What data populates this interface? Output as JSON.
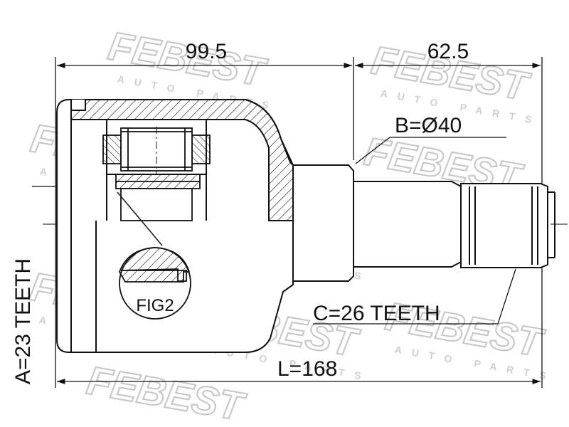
{
  "watermark": {
    "brand": "FEBEST",
    "tagline": "AUTO PARTS"
  },
  "dimensions": {
    "housing_length": "99.5",
    "stem_length": "62.5",
    "total_length": "L=168",
    "stem_diameter": "B=Ø40",
    "inner_spline": "A=23 TEETH",
    "outer_spline": "C=26 TEETH",
    "fig_label": "FIG2"
  },
  "colors": {
    "line": "#111111",
    "watermark": "#c9c9c9"
  }
}
